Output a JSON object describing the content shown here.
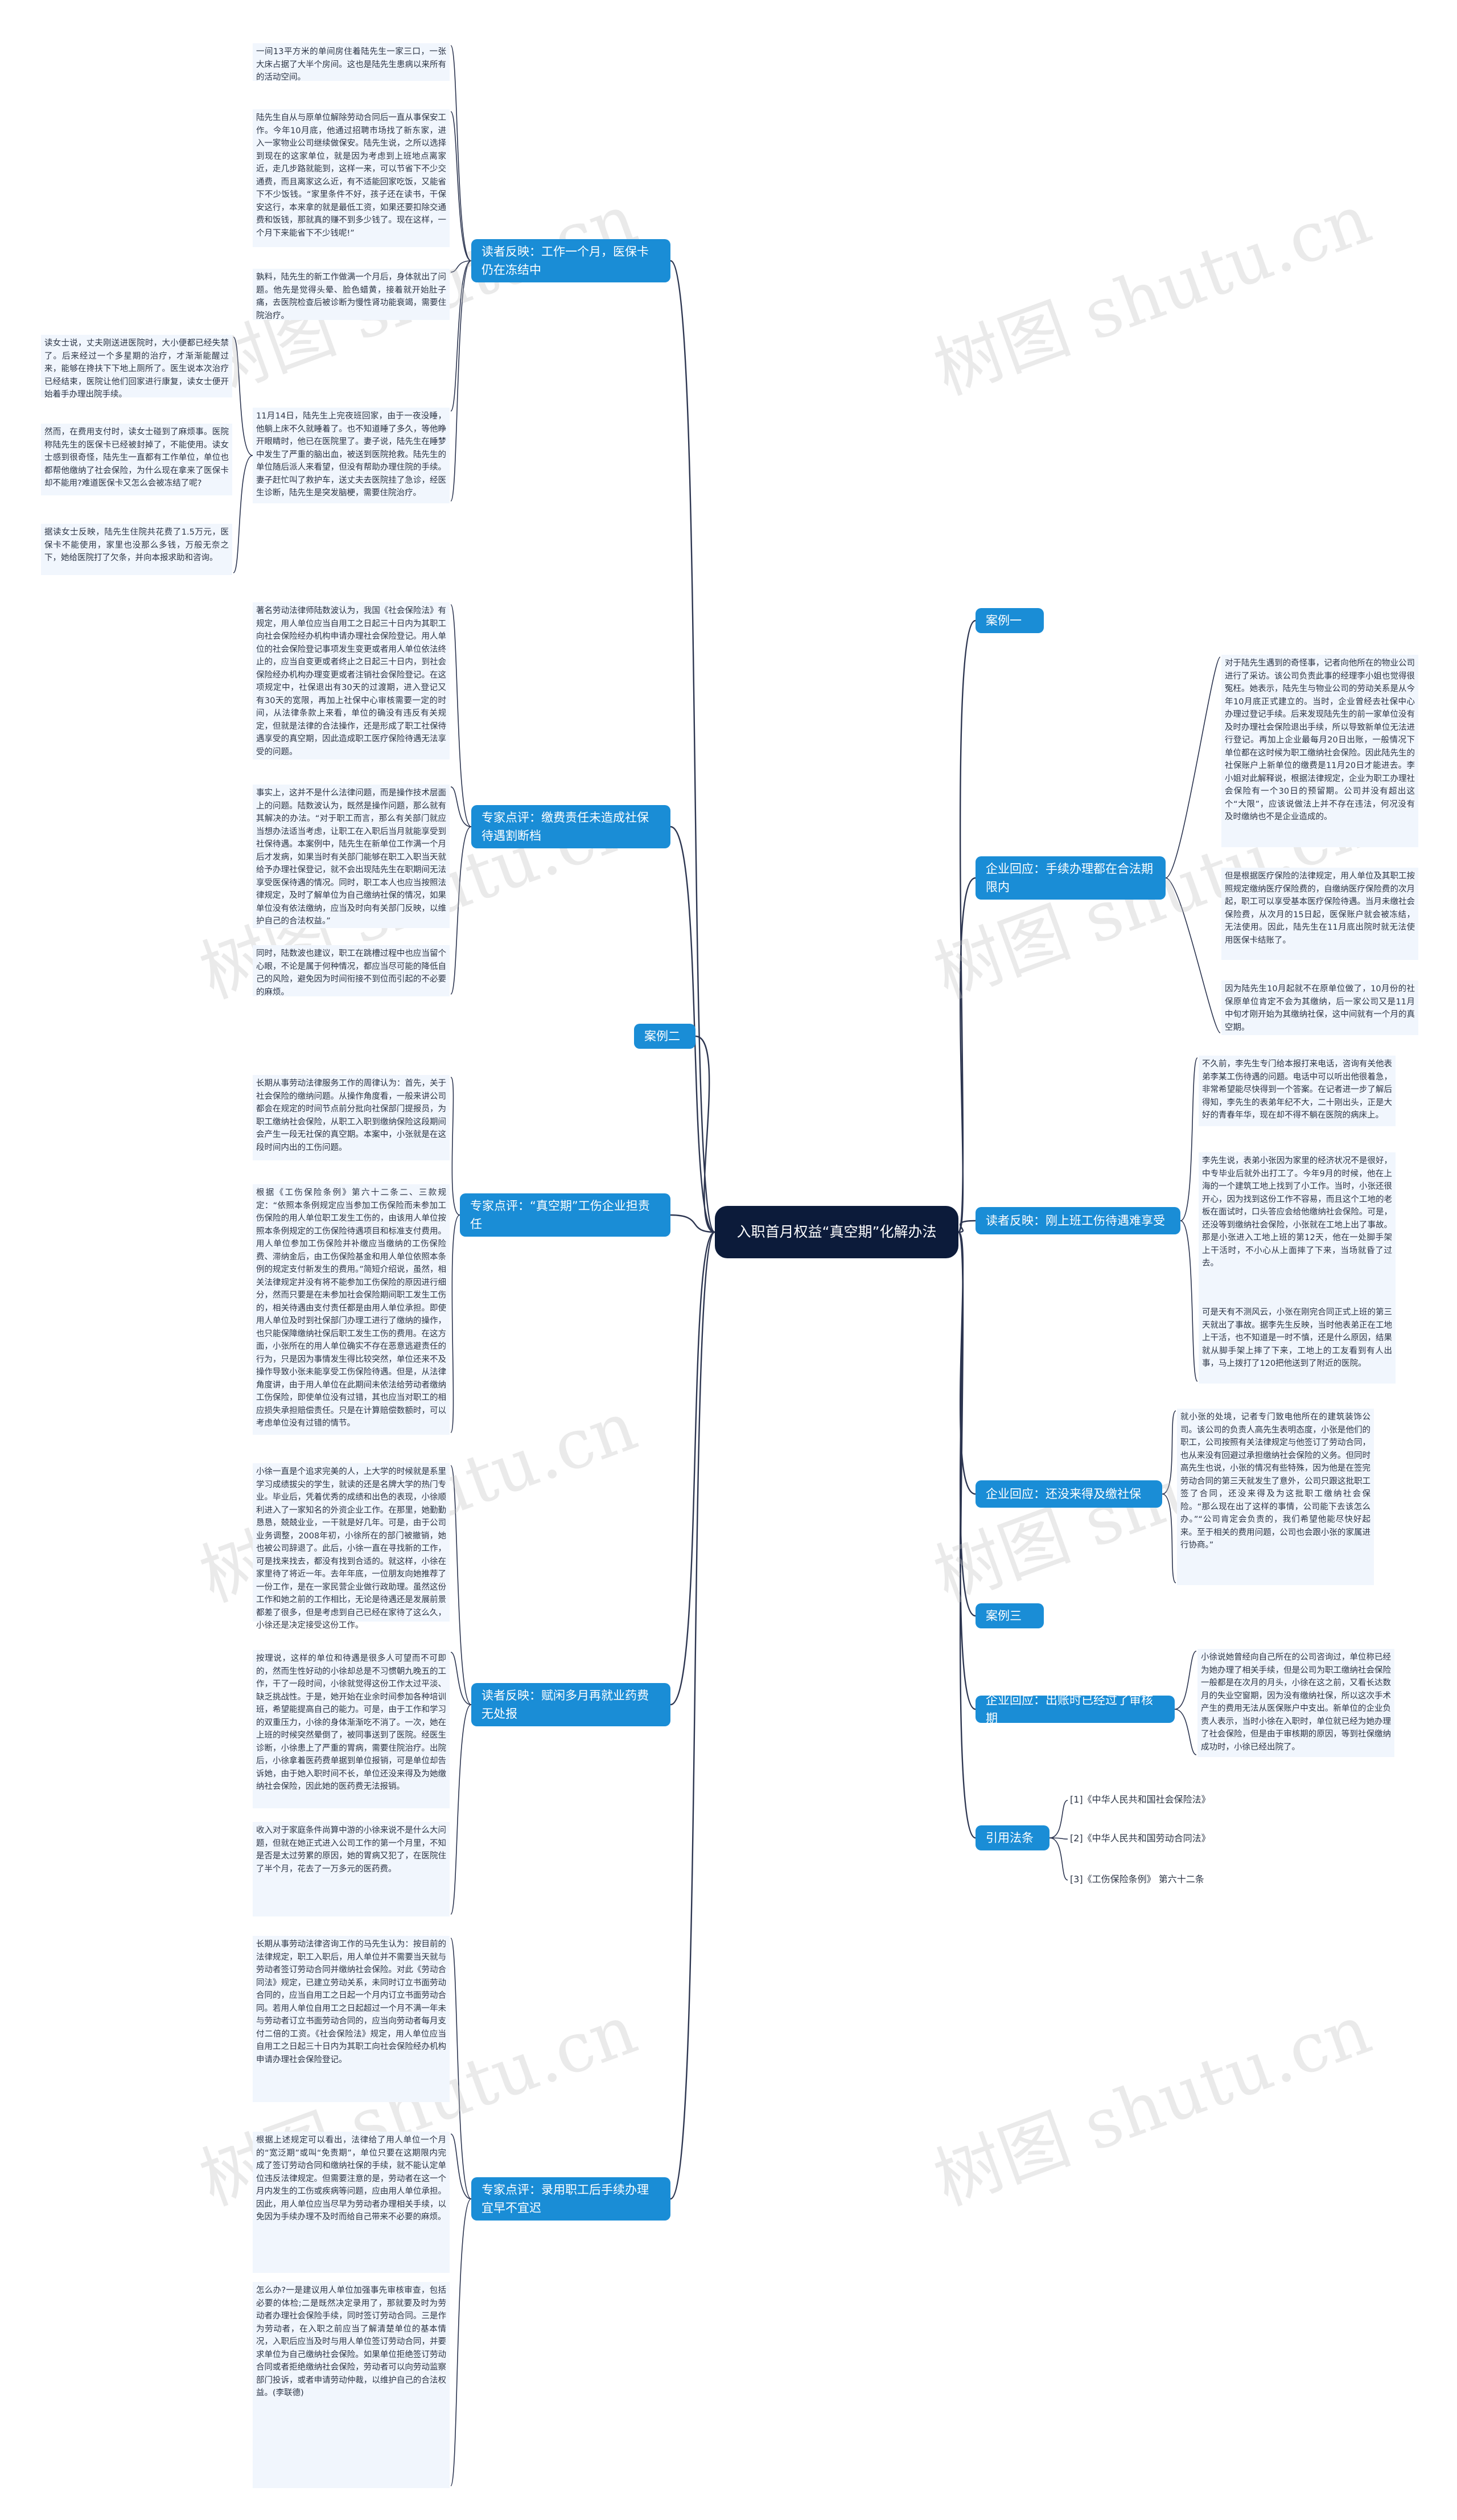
{
  "root": "入职首月权益“真空期”化解办法",
  "watermark": "树图 shutu.cn",
  "left": {
    "t1": {
      "label": "读者反映：工作一个月，医保卡仍在冻结中",
      "notes": [
        "一间13平方米的单间房住着陆先生一家三口，一张大床占据了大半个房间。这也是陆先生患病以来所有的活动空间。",
        "陆先生自从与原单位解除劳动合同后一直从事保安工作。今年10月底，他通过招聘市场找了新东家，进入一家物业公司继续做保安。陆先生说，之所以选择到现在的这家单位，就是因为考虑到上班地点离家近，走几步路就能到，这样一来，可以节省下不少交通费，而且离家这么近，有不适能回家吃饭，又能省下不少饭钱。“家里条件不好，孩子还在读书，干保安这行，本来拿的就是最低工资，如果还要扣除交通费和饭钱，那就真的赚不到多少钱了。现在这样，一个月下来能省下不少钱呢!”",
        "孰料，陆先生的新工作做满一个月后，身体就出了问题。他先是觉得头晕、脸色蜡黄，接着就开始肚子痛，去医院检查后被诊断为慢性肾功能衰竭，需要住院治疗。",
        "11月14日，陆先生上完夜班回家，由于一夜没睡，他躺上床不久就睡着了。也不知道睡了多久，等他睁开眼睛时，他已在医院里了。妻子说，陆先生在睡梦中发生了严重的脑出血，被送到医院抢救。陆先生的单位随后派人来看望，但没有帮助办理住院的手续。妻子赶忙叫了救护车，送丈夫去医院挂了急诊，经医生诊断，陆先生是突发脑梗，需要住院治疗。"
      ],
      "notes2": [
        "读女士说，丈夫刚送进医院时，大小便都已经失禁了。后来经过一个多星期的治疗，才渐渐能醒过来，能够在搀扶下下地上厕所了。医生说本次治疗已经结束，医院让他们回家进行康复，读女士便开始着手办理出院手续。",
        "然而，在费用支付时，读女士碰到了麻烦事。医院称陆先生的医保卡已经被封掉了，不能使用。读女士感到很奇怪，陆先生一直都有工作单位，单位也都帮他缴纳了社会保险，为什么现在拿来了医保卡却不能用?难道医保卡又怎么会被冻结了呢?",
        "据读女士反映，陆先生住院共花费了1.5万元，医保卡不能使用，家里也没那么多钱，万般无奈之下，她给医院打了欠条，并向本报求助和咨询。"
      ]
    },
    "t2": {
      "label": "专家点评：缴费责任未造成社保待遇割断档",
      "notes": [
        "著名劳动法律师陆数波认为，我国《社会保险法》有规定，用人单位应当自用工之日起三十日内为其职工向社会保险经办机构申请办理社会保险登记。用人单位的社会保险登记事项发生变更或者用人单位依法终止的，应当自变更或者终止之日起三十日内，到社会保险经办机构办理变更或者注销社会保险登记。在这项规定中，社保退出有30天的过渡期，进入登记又有30天的宽限，再加上社保中心审核需要一定的时间，从法律条款上来看，单位的确没有违反有关规定，但就是法律的合法操作，还是形成了职工社保待遇享受的真空期，因此造成职工医疗保险待遇无法享受的问题。",
        "事实上，这并不是什么法律问题，而是操作技术层面上的问题。陆数波认为，既然是操作问题，那么就有其解决的办法。“对于职工而言，那么有关部门就应当想办法适当考虑，让职工在入职后当月就能享受到社保待遇。本案例中，陆先生在新单位工作满一个月后才发病，如果当时有关部门能够在职工入职当天就给予办理社保登记，就不会出现陆先生在职期间无法享受医保待遇的情况。同时，职工本人也应当按照法律规定，及时了解单位为自己缴纳社保的情况，如果单位没有依法缴纳，应当及时向有关部门反映，以维护自己的合法权益。”",
        "同时，陆数波也建议，职工在跳槽过程中也应当留个心眼，不论是属于何种情况，都应当尽可能的降低自己的风险，避免因为时间衔接不到位而引起的不必要的麻烦。"
      ]
    },
    "c2": "案例二",
    "t3": {
      "label": "专家点评：“真空期”工伤企业担责任",
      "notes": [
        "长期从事劳动法律服务工作的周律认为：首先，关于社会保险的缴纳问题。从操作角度看，一般来讲公司都会在规定的时间节点前分批向社保部门提报员，为职工缴纳社会保险，从职工入职到缴纳保险这段期间会产生一段无社保的真空期。本案中，小张就是在这段时间内出的工伤问题。",
        "根据《工伤保险条例》第六十二条二、三款规定：“依照本条例规定应当参加工伤保险而未参加工伤保险的用人单位职工发生工伤的，由该用人单位按照本条例规定的工伤保险待遇项目和标准支付费用。用人单位参加工伤保险并补缴应当缴纳的工伤保险费、滞纳金后，由工伤保险基金和用人单位依照本条例的规定支付新发生的费用。”简短介绍说，虽然，相关法律规定并没有将不能参加工伤保险的原因进行细分，然而只要是在未参加社会保险期间职工发生工伤的，相关待遇由支付责任都是由用人单位承担。即使用人单位及时到社保部门办理工进行了缴纳的操作，也只能保障缴纳社保后职工发生工伤的费用。在这方面，小张所在的用人单位确实不存在恶意逃避责任的行为，只是因为事情发生得比较突然，单位还来不及操作导致小张未能享受工伤保险待遇。但是，从法律角度讲，由于用人单位在此期间未依法给劳动者缴纳工伤保险，即使单位没有过错，其也应当对职工的相应损失承担赔偿责任。只是在计算赔偿数额时，可以考虑单位没有过错的情节。"
      ]
    },
    "t4": {
      "label": "读者反映：赋闲多月再就业药费无处报",
      "notes": [
        "小徐一直是个追求完美的人，上大学的时候就是系里学习成绩拔尖的学生，就读的还是名牌大学的热门专业。毕业后，凭着优秀的成绩和出色的表现，小徐顺利进入了一家知名的外资企业工作。在那里，她勤勤恳恳，兢兢业业，一干就是好几年。可是，由于公司业务调整，2008年初，小徐所在的部门被撤销，她也被公司辞退了。此后，小徐一直在寻找新的工作，可是找来找去，都没有找到合适的。就这样，小徐在家里待了将近一年。去年年底，一位朋友向她推荐了一份工作，是在一家民营企业做行政助理。虽然这份工作和她之前的工作相比，无论是待遇还是发展前景都差了很多，但是考虑到自己已经在家待了这么久，小徐还是决定接受这份工作。",
        "按理说，这样的单位和待遇是很多人可望而不可即的，然而生性好动的小徐却总是不习惯朝九晚五的工作，干了一段时间，小徐就觉得这份工作太过平淡、缺乏挑战性。于是，她开始在业余时间参加各种培训班，希望能提高自己的能力。可是，由于工作和学习的双重压力，小徐的身体渐渐吃不消了。一次，她在上班的时候突然晕倒了，被同事送到了医院。经医生诊断，小徐患上了严重的胃病，需要住院治疗。出院后，小徐拿着医药费单据到单位报销，可是单位却告诉她，由于她入职时间不长，单位还没来得及为她缴纳社会保险，因此她的医药费无法报销。",
        "收入对于家庭条件尚算中游的小徐来说不是什么大问题，但就在她正式进入公司工作的第一个月里，不知是否是太过劳累的原因，她的胃病又犯了，在医院住了半个月，花去了一万多元的医药费。"
      ]
    },
    "t5": {
      "label": "专家点评：录用职工后手续办理宜早不宜迟",
      "notes": [
        "长期从事劳动法律咨询工作的马先生认为：按目前的法律规定，职工入职后，用人单位并不需要当天就与劳动者签订劳动合同并缴纳社会保险。对此《劳动合同法》规定，已建立劳动关系，未同时订立书面劳动合同的，应当自用工之日起一个月内订立书面劳动合同。若用人单位自用工之日起超过一个月不满一年未与劳动者订立书面劳动合同的，应当向劳动者每月支付二倍的工资。《社会保险法》规定，用人单位应当自用工之日起三十日内为其职工向社会保险经办机构申请办理社会保险登记。",
        "根据上述规定可以看出，法律给了用人单位一个月的“宽泛期”或叫“免责期”，单位只要在这期限内完成了签订劳动合同和缴纳社保的手续，就不能认定单位违反法律规定。但需要注意的是，劳动者在这一个月内发生的工伤或疾病等问题，应由用人单位承担。因此，用人单位应当尽早为劳动者办理相关手续，以免因为手续办理不及时而给自己带来不必要的麻烦。",
        "怎么办?一是建议用人单位加强事先审核审查，包括必要的体检;二是既然决定录用了，那就要及时为劳动者办理社会保险手续，同时签订劳动合同。三是作为劳动者，在入职之前应当了解清楚单位的基本情况，入职后应当及时与用人单位签订劳动合同，并要求单位为自己缴纳社会保险。如果单位拒绝签订劳动合同或者拒绝缴纳社会保险，劳动者可以向劳动监察部门投诉，或者申请劳动仲裁，以维护自己的合法权益。(李联德)"
      ]
    }
  },
  "right": {
    "c1": "案例一",
    "t1": {
      "label": "企业回应：手续办理都在合法期限内",
      "notes": [
        "对于陆先生遇到的奇怪事，记者向他所在的物业公司进行了采访。该公司负责此事的经理李小姐也觉得很冤枉。她表示，陆先生与物业公司的劳动关系是从今年10月底正式建立的。当时，企业曾经去社保中心办理过登记手续。后来发现陆先生的前一家单位没有及时办理社会保险退出手续，所以导致新单位无法进行登记。再加上企业最每月20日出账，一般情况下单位都在这时候为职工缴纳社会保险。因此陆先生的社保账户上新单位的缴费是11月20日才能进去。李小姐对此解释说，根据法律规定，企业为职工办理社会保险有一个30日的预留期。公司并没有超出这个“大限”，应该说做法上并不存在违法，何况没有及时缴纳也不是企业造成的。",
        "但是根据医疗保险的法律规定，用人单位及其职工按照规定缴纳医疗保险费的，自缴纳医疗保险费的次月起，职工可以享受基本医疗保险待遇。当月未缴社会保险费，从次月的15日起，医保账户就会被冻结，无法使用。因此，陆先生在11月底出院时就无法使用医保卡结账了。",
        "因为陆先生10月起就不在原单位做了，10月份的社保原单位肯定不会为其缴纳，后一家公司又是11月中旬才刚开始为其缴纳社保，这中间就有一个月的真空期。"
      ]
    },
    "t2": {
      "label": "读者反映：刚上班工伤待遇难享受",
      "notes": [
        "不久前，李先生专门给本报打来电话，咨询有关他表弟李某工伤待遇的问题。电话中可以听出他很着急，非常希望能尽快得到一个答案。在记者进一步了解后得知，李先生的表弟年纪不大，二十刚出头，正是大好的青春年华，现在却不得不躺在医院的病床上。",
        "李先生说，表弟小张因为家里的经济状况不是很好，中专毕业后就外出打工了。今年9月的时候，他在上海的一个建筑工地上找到了小工作。当时，小张还很开心，因为找到这份工作不容易，而且这个工地的老板在面试时，口头答应会给他缴纳社会保险。可是，还没等到缴纳社会保险，小张就在工地上出了事故。那是小张进入工地上班的第12天，他在一处脚手架上干活时，不小心从上面摔了下来，当场就昏了过去。",
        "可是天有不测风云，小张在刚完合同正式上班的第三天就出了事故。据李先生反映，当时他表弟正在工地上干活，也不知道是一时不慎，还是什么原因，结果就从脚手架上摔了下来，工地上的工友看到有人出事，马上拨打了120把他送到了附近的医院。"
      ]
    },
    "t3": {
      "label": "企业回应：还没来得及缴社保",
      "notes": [
        "就小张的处境，记者专门致电他所在的建筑装饰公司。该公司的负责人高先生表明态度，小张是他们的职工，公司按照有关法律规定与他签订了劳动合同，也从来没有回避过承担缴纳社会保险的义务。但同时高先生也说，小张的情况有些特殊，因为他是在签完劳动合同的第三天就发生了意外，公司只跟这批职工签了合同，还没来得及为这批职工缴纳社会保险。“那么现在出了这样的事情，公司能下去该怎么办。”“公司肯定会负责的，我们希望他能尽快好起来。至于相关的费用问题，公司也会跟小张的家属进行协商。”"
      ]
    },
    "c3": "案例三",
    "t4": {
      "label": "企业回应：出账时已经过了审核期",
      "notes": [
        "小徐说她曾经向自己所在的公司咨询过，单位称已经为她办理了相关手续，但是公司为职工缴纳社会保险一般都是在次月的月头，小徐在这之前，又看长达数月的失业空窗期，因为没有缴纳社保，所以这次手术产生的费用无法从医保账户中支出。新单位的企业负责人表示，当时小徐在入职时，单位就已经为她办理了社会保险，但是由于审核期的原因，等到社保缴纳成功时，小徐已经出院了。"
      ]
    },
    "t5": {
      "label": "引用法条",
      "refs": [
        "[1]《中华人民共和国社会保险法》",
        "[2]《中华人民共和国劳动合同法》",
        "[3]《工伤保险条例》 第六十二条"
      ]
    }
  }
}
